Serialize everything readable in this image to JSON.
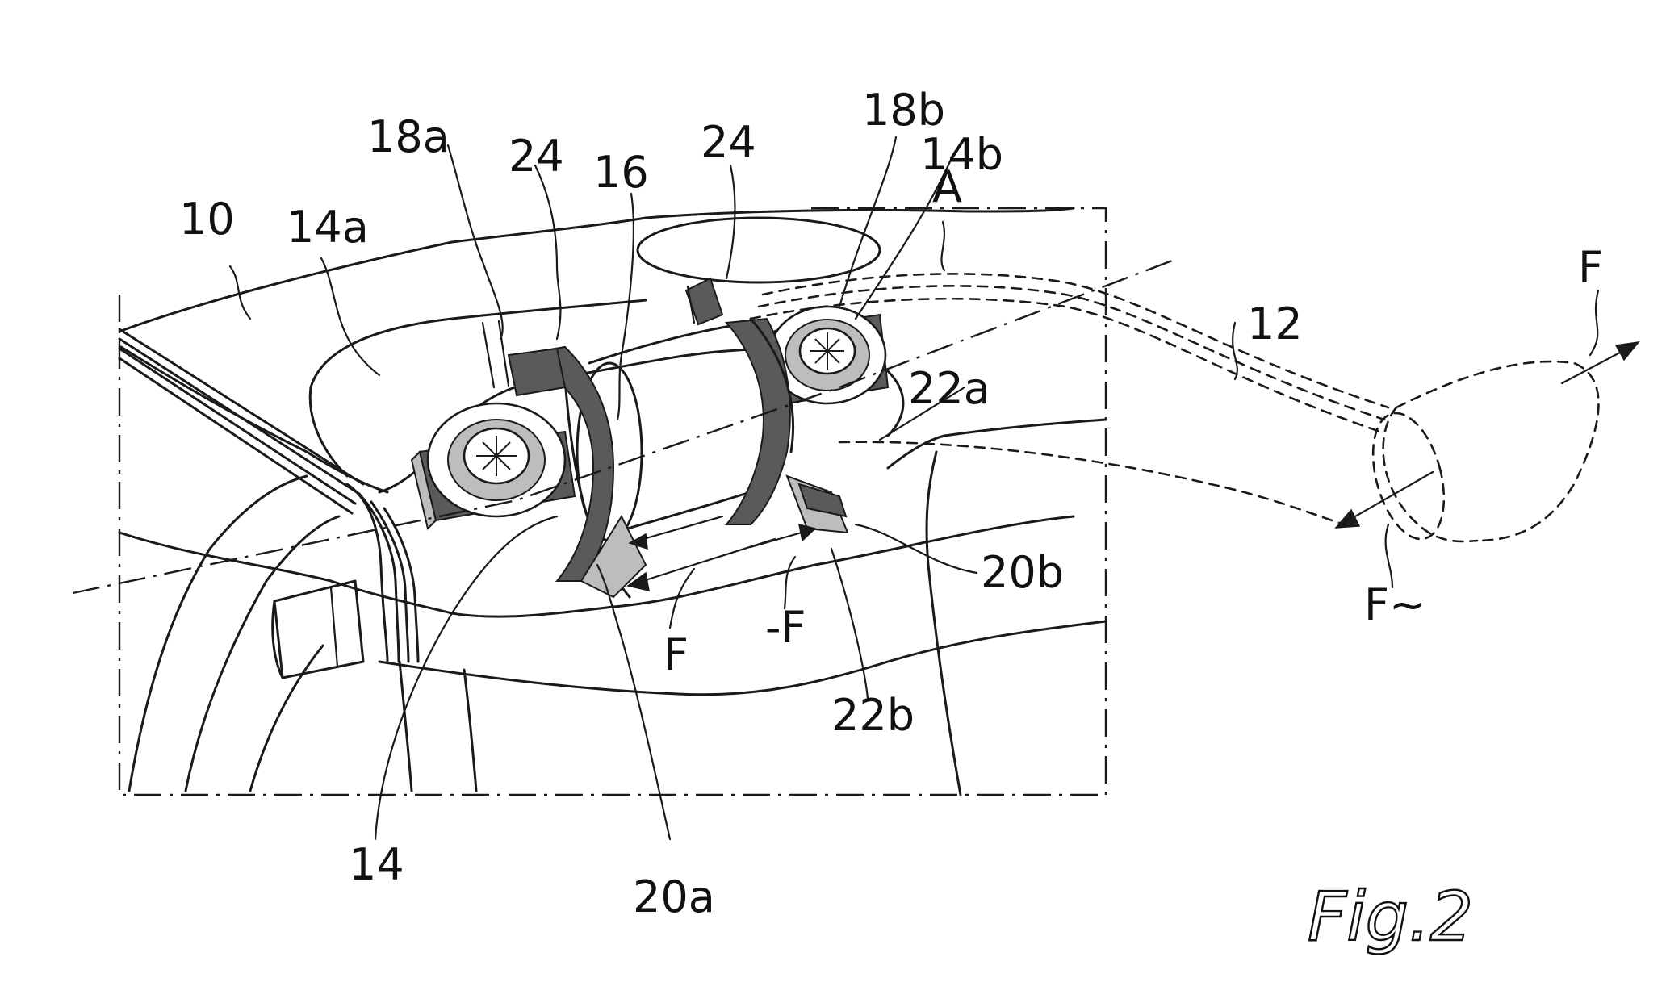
{
  "figure": {
    "caption": "Fig.2"
  },
  "labels": {
    "l10": "10",
    "l12": "12",
    "l14": "14",
    "l14a": "14a",
    "l14b": "14b",
    "l16": "16",
    "l18a": "18a",
    "l18b": "18b",
    "l20a": "20a",
    "l20b": "20b",
    "l22a": "22a",
    "l22b": "22b",
    "l24_left": "24",
    "l24_right": "24",
    "lA": "A",
    "lF_top": "F",
    "lF_bottom": "F",
    "lF_small": "F~",
    "lnegF": "-F"
  }
}
